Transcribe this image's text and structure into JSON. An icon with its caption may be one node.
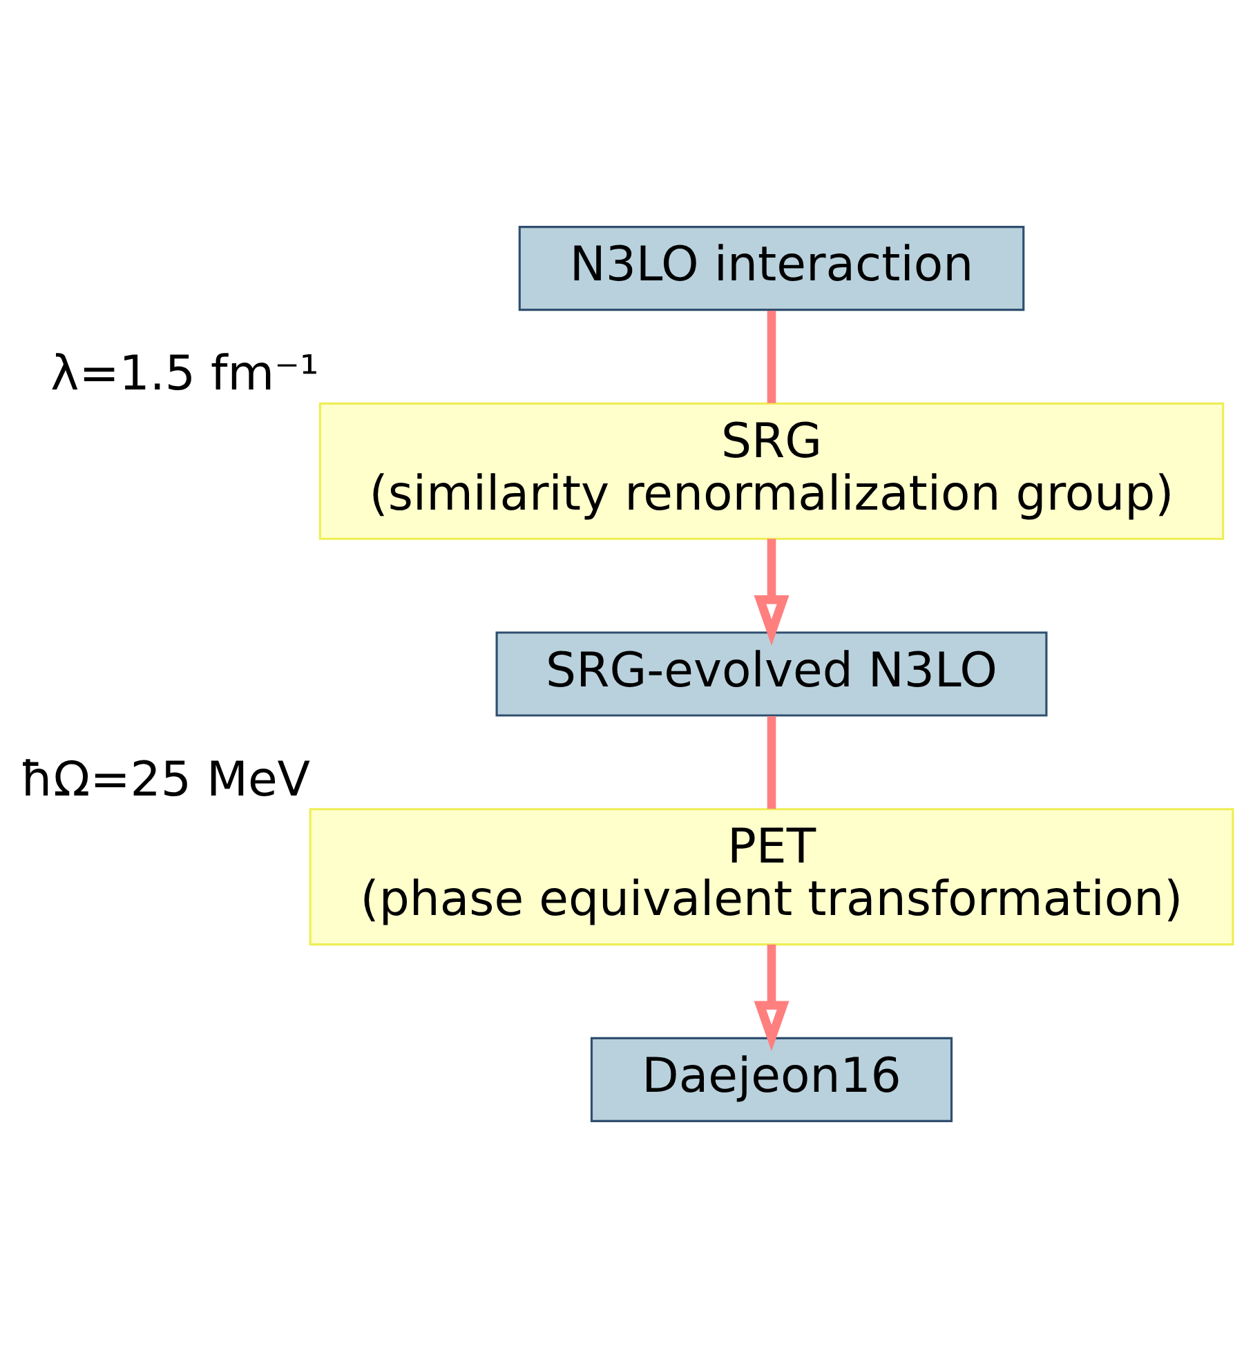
{
  "diagram": {
    "nodes": [
      {
        "text": [
          "N3LO interaction"
        ]
      },
      {
        "text": [
          "SRG",
          "(similarity renormalization group)"
        ],
        "beside": [
          "λ=1.5 fm⁻¹"
        ]
      },
      {
        "text": [
          "SRG-evolved N3LO"
        ]
      },
      {
        "text": [
          "PET",
          "(phase equivalent transformation)"
        ],
        "beside": [
          "ħΩ=25 MeV"
        ]
      },
      {
        "text": [
          "Daejeon16"
        ]
      }
    ],
    "edges": [
      {
        "from": 0,
        "to": 1,
        "arrow": "none"
      },
      {
        "from": 1,
        "to": 2,
        "arrow": "to"
      },
      {
        "from": 2,
        "to": 3,
        "arrow": "none"
      },
      {
        "from": 3,
        "to": 4,
        "arrow": "to"
      }
    ]
  }
}
